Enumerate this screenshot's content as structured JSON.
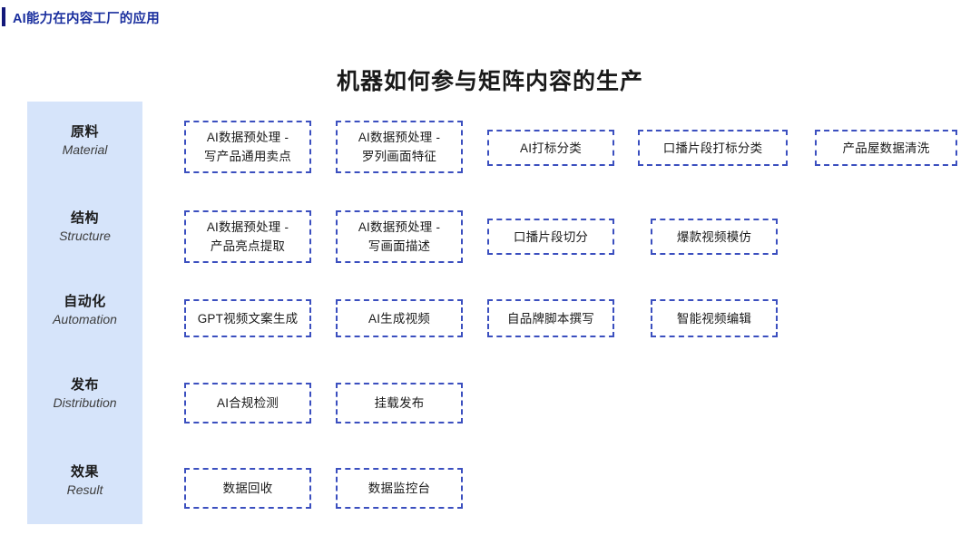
{
  "header": {
    "title": "AI能力在内容工厂的应用",
    "accent_color": "#13187a",
    "title_color": "#1a2f9e"
  },
  "page_title": "机器如何参与矩阵内容的生产",
  "sidebar": {
    "background_color": "#d6e4fa",
    "rows": [
      {
        "cn": "原料",
        "en": "Material"
      },
      {
        "cn": "结构",
        "en": "Structure"
      },
      {
        "cn": "自动化",
        "en": "Automation"
      },
      {
        "cn": "发布",
        "en": "Distribution"
      },
      {
        "cn": "效果",
        "en": "Result"
      }
    ]
  },
  "matrix": {
    "box_border_color": "#3b4fbf",
    "rows": [
      {
        "label": "原料",
        "boxes": [
          {
            "line1": "AI数据预处理 -",
            "line2": "写产品通用卖点"
          },
          {
            "line1": "AI数据预处理 -",
            "line2": "罗列画面特征"
          },
          {
            "line1": "AI打标分类",
            "line2": ""
          },
          {
            "line1": "口播片段打标分类",
            "line2": ""
          },
          {
            "line1": "产品屋数据清洗",
            "line2": ""
          }
        ]
      },
      {
        "label": "结构",
        "boxes": [
          {
            "line1": "AI数据预处理 -",
            "line2": "产品亮点提取"
          },
          {
            "line1": "AI数据预处理 -",
            "line2": "写画面描述"
          },
          {
            "line1": "口播片段切分",
            "line2": ""
          },
          {
            "line1": "爆款视频模仿",
            "line2": ""
          }
        ]
      },
      {
        "label": "自动化",
        "boxes": [
          {
            "line1": "GPT视频文案生成",
            "line2": ""
          },
          {
            "line1": "AI生成视频",
            "line2": ""
          },
          {
            "line1": "自品牌脚本撰写",
            "line2": ""
          },
          {
            "line1": "智能视频编辑",
            "line2": ""
          }
        ]
      },
      {
        "label": "发布",
        "boxes": [
          {
            "line1": "AI合规检测",
            "line2": ""
          },
          {
            "line1": "挂载发布",
            "line2": ""
          }
        ]
      },
      {
        "label": "效果",
        "boxes": [
          {
            "line1": "数据回收",
            "line2": ""
          },
          {
            "line1": "数据监控台",
            "line2": ""
          }
        ]
      }
    ]
  }
}
